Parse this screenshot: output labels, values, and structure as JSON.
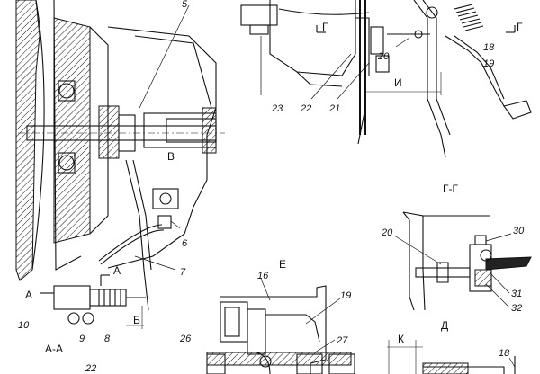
{
  "figure": {
    "callouts": {
      "n5": "5",
      "n6": "6",
      "n7": "7",
      "n8": "8",
      "n9": "9",
      "n10": "10",
      "n16": "16",
      "n18a": "18",
      "n18b": "18",
      "n19a": "19",
      "n19b": "19",
      "n20a": "20",
      "n20b": "20",
      "n21": "21",
      "n22a": "22",
      "n22b": "22",
      "n23": "23",
      "n26": "26",
      "n27": "27",
      "n30": "30",
      "n31": "31",
      "n32": "32"
    },
    "sections": {
      "section_gg_title": "Г-Г",
      "section_aa_title": "А-А",
      "view_d_title": "Д",
      "view_e_title": "Е",
      "mark_g_left": "Г",
      "mark_g_right": "Г",
      "mark_a_left": "А",
      "mark_a_right": "А",
      "mark_b": "В",
      "mark_i": "И",
      "mark_k": "К",
      "mark_bb": "Б"
    }
  }
}
